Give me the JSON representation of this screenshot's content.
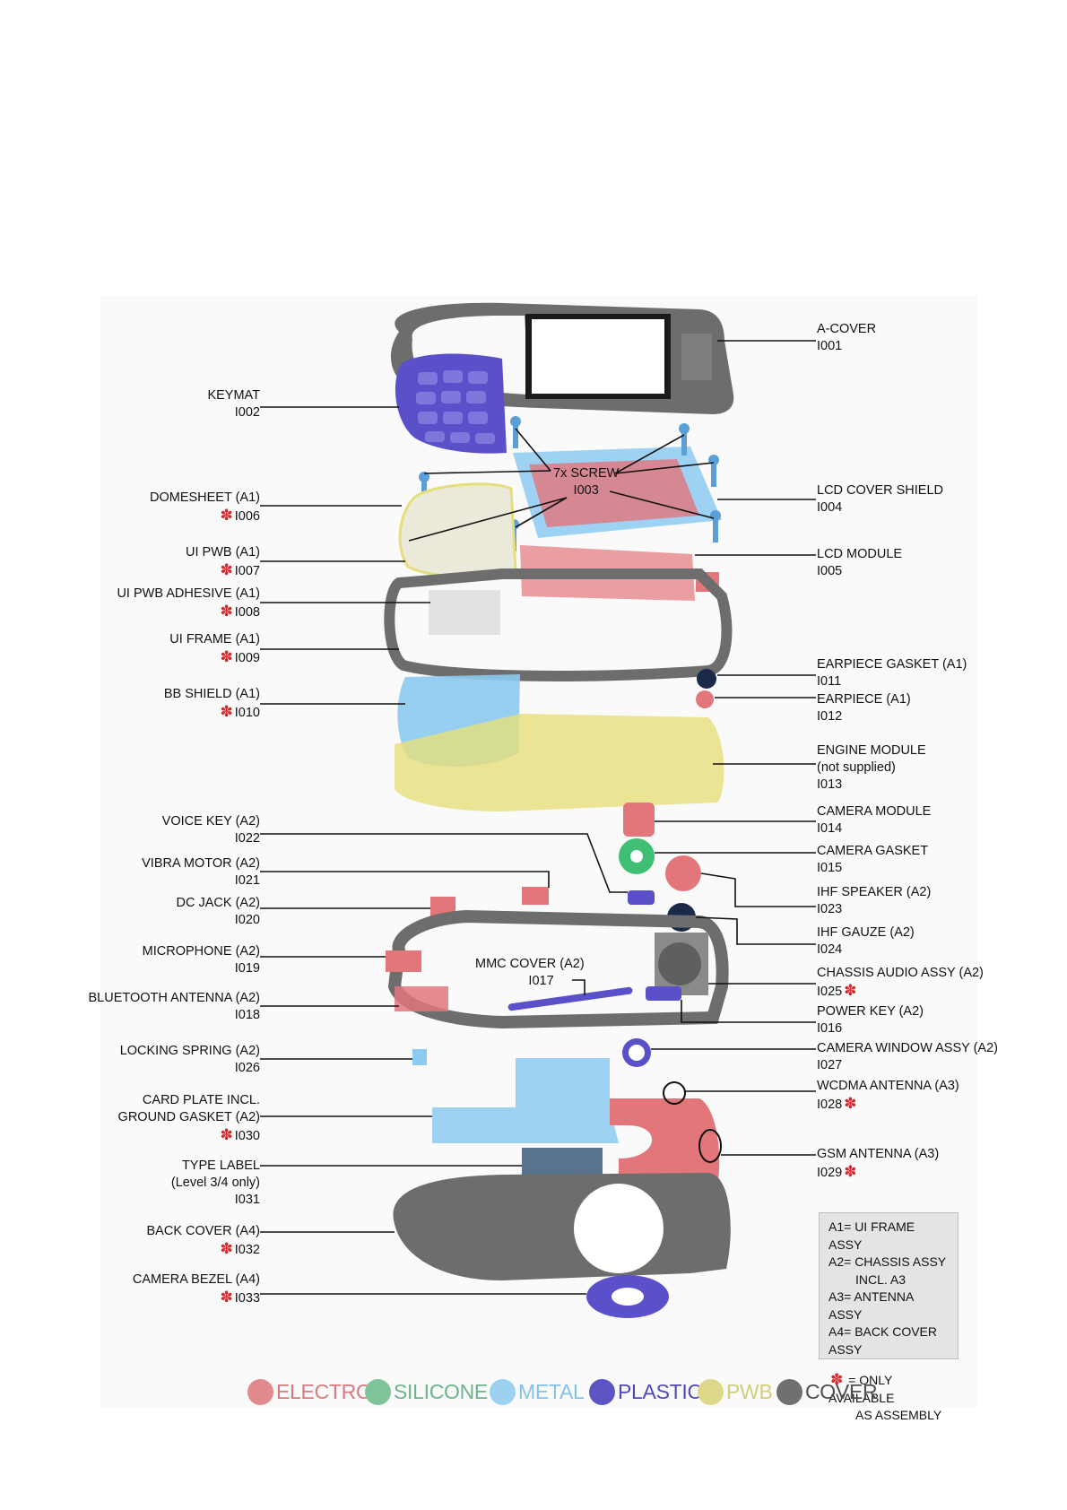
{
  "parts_left": [
    {
      "id": "keymat",
      "name": "KEYMAT",
      "code": "I002",
      "star": false
    },
    {
      "id": "domesheet",
      "name": "DOMESHEET (A1)",
      "code": "I006",
      "star": true
    },
    {
      "id": "ui-pwb",
      "name": "UI PWB (A1)",
      "code": "I007",
      "star": true
    },
    {
      "id": "ui-pwb-adhesive",
      "name": "UI PWB ADHESIVE (A1)",
      "code": "I008",
      "star": true
    },
    {
      "id": "ui-frame",
      "name": "UI FRAME (A1)",
      "code": "I009",
      "star": true
    },
    {
      "id": "bb-shield",
      "name": "BB SHIELD (A1)",
      "code": "I010",
      "star": true
    },
    {
      "id": "voice-key",
      "name": "VOICE KEY (A2)",
      "code": "I022",
      "star": false
    },
    {
      "id": "vibra-motor",
      "name": "VIBRA MOTOR (A2)",
      "code": "I021",
      "star": false
    },
    {
      "id": "dc-jack",
      "name": "DC JACK (A2)",
      "code": "I020",
      "star": false
    },
    {
      "id": "microphone",
      "name": "MICROPHONE (A2)",
      "code": "I019",
      "star": false
    },
    {
      "id": "bluetooth-antenna",
      "name": "BLUETOOTH ANTENNA (A2)",
      "code": "I018",
      "star": false
    },
    {
      "id": "locking-spring",
      "name": "LOCKING SPRING (A2)",
      "code": "I026",
      "star": false
    },
    {
      "id": "card-plate",
      "name": "CARD PLATE INCL.",
      "name2": "GROUND GASKET (A2)",
      "code": "I030",
      "star": true
    },
    {
      "id": "type-label",
      "name": "TYPE LABEL",
      "name2": "(Level 3/4 only)",
      "code": "I031",
      "star": false
    },
    {
      "id": "back-cover",
      "name": "BACK COVER (A4)",
      "code": "I032",
      "star": true
    },
    {
      "id": "camera-bezel",
      "name": "CAMERA BEZEL (A4)",
      "code": "I033",
      "star": true
    }
  ],
  "parts_right": [
    {
      "id": "a-cover",
      "name": "A-COVER",
      "code": "I001",
      "star": false
    },
    {
      "id": "lcd-cover-shield",
      "name": "LCD COVER SHIELD",
      "code": "I004",
      "star": false
    },
    {
      "id": "lcd-module",
      "name": "LCD MODULE",
      "code": "I005",
      "star": false
    },
    {
      "id": "earpiece-gasket",
      "name": "EARPIECE GASKET (A1)",
      "code": "I011",
      "star": false
    },
    {
      "id": "earpiece",
      "name": "EARPIECE (A1)",
      "code": "I012",
      "star": false
    },
    {
      "id": "engine-module",
      "name": "ENGINE MODULE",
      "name2": "(not supplied)",
      "code": "I013",
      "star": false
    },
    {
      "id": "camera-module",
      "name": "CAMERA MODULE",
      "code": "I014",
      "star": false
    },
    {
      "id": "camera-gasket",
      "name": "CAMERA GASKET",
      "code": "I015",
      "star": false
    },
    {
      "id": "ihf-speaker",
      "name": "IHF SPEAKER (A2)",
      "code": "I023",
      "star": false
    },
    {
      "id": "ihf-gauze",
      "name": "IHF GAUZE (A2)",
      "code": "I024",
      "star": false
    },
    {
      "id": "chassis-audio",
      "name": "CHASSIS AUDIO ASSY (A2)",
      "code": "I025",
      "star": true
    },
    {
      "id": "power-key",
      "name": "POWER KEY (A2)",
      "code": "I016",
      "star": false
    },
    {
      "id": "camera-window",
      "name": "CAMERA WINDOW ASSY (A2)",
      "code": "I027",
      "star": false
    },
    {
      "id": "wcdma-antenna",
      "name": "WCDMA ANTENNA (A3)",
      "code": "I028",
      "star": true
    },
    {
      "id": "gsm-antenna",
      "name": "GSM ANTENNA (A3)",
      "code": "I029",
      "star": true
    }
  ],
  "parts_center": [
    {
      "id": "screw",
      "name": "7x SCREW",
      "code": "I003",
      "star": false
    },
    {
      "id": "mmc-cover",
      "name": "MMC COVER (A2)",
      "code": "I017",
      "star": false
    }
  ],
  "assembly_legend": {
    "a1": "A1= UI FRAME ASSY",
    "a2": "A2= CHASSIS ASSY",
    "a2b": "INCL. A3",
    "a3": "A3= ANTENNA ASSY",
    "a4": "A4= BACK COVER ASSY",
    "star_note": "= ONLY AVAILABLE",
    "star_note2": "AS ASSEMBLY"
  },
  "materials": [
    {
      "id": "electro",
      "label": "ELECTRO",
      "color": "#e08a8e",
      "text_color": "#d87b80"
    },
    {
      "id": "silicone",
      "label": "SILICONE",
      "color": "#7fc39a",
      "text_color": "#6fb38b"
    },
    {
      "id": "metal",
      "label": "METAL",
      "color": "#9dd1f0",
      "text_color": "#83c3e8"
    },
    {
      "id": "plastic",
      "label": "PLASTIC",
      "color": "#5d55c4",
      "text_color": "#5148b8"
    },
    {
      "id": "pwb",
      "label": "PWB",
      "color": "#ddd889",
      "text_color": "#d2cd7a"
    },
    {
      "id": "cover",
      "label": "COVER",
      "color": "#707070",
      "text_color": "#4f4f4f"
    }
  ],
  "colors": {
    "cover": "#6d6d6d",
    "plastic": "#5a50c9",
    "metal": "#8ccaf0",
    "electro": "#e3767b",
    "silicone": "#3fbf74",
    "pwb": "#e6de7a",
    "star": "#d9262b"
  }
}
